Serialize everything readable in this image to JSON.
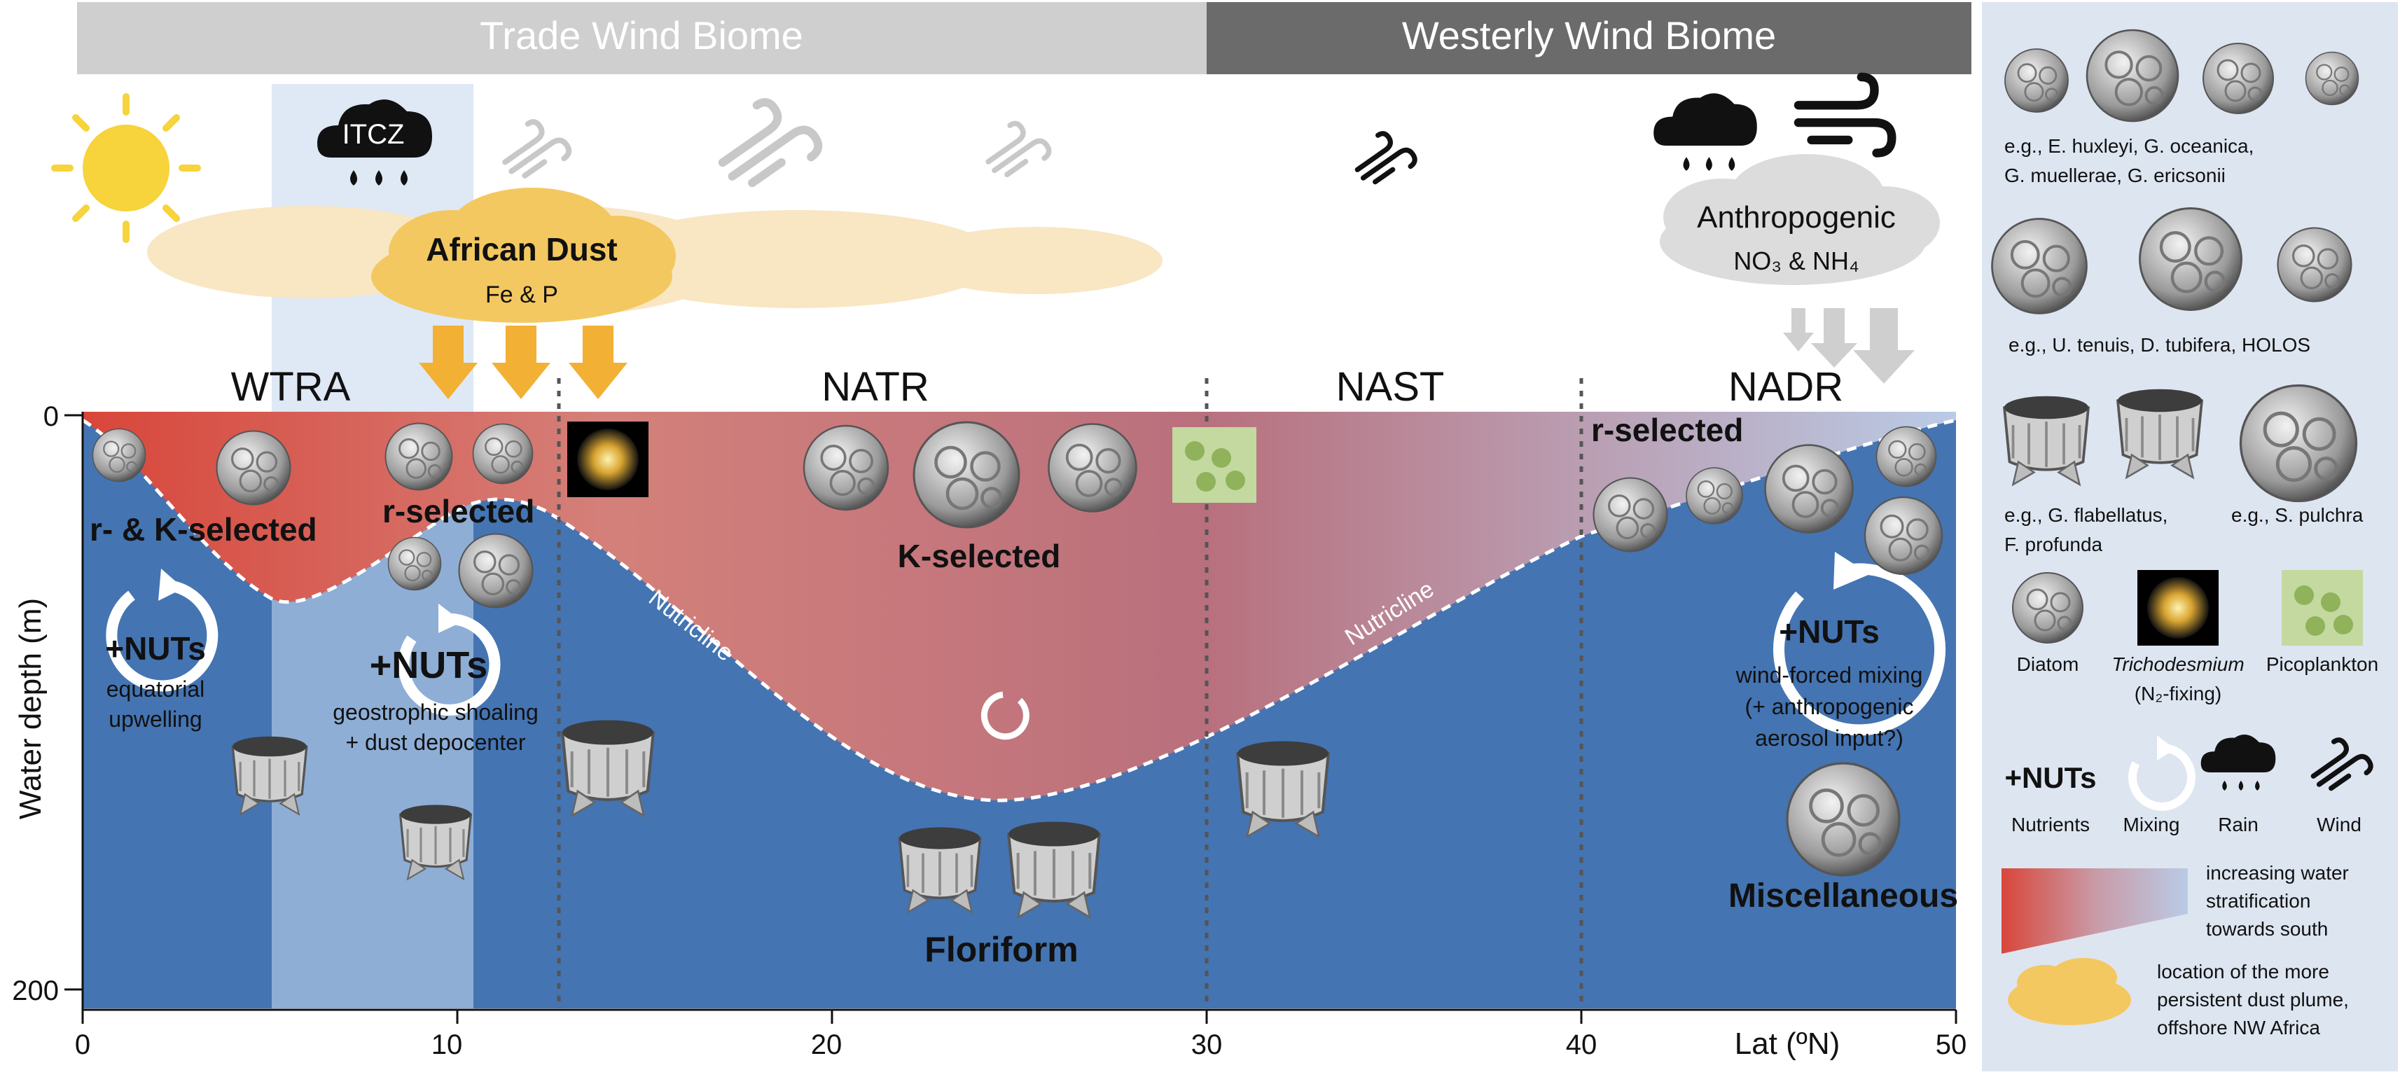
{
  "biomes": {
    "trade": "Trade Wind Biome",
    "westerly": "Westerly Wind Biome"
  },
  "provinces": {
    "wtra": "WTRA",
    "natr": "NATR",
    "nast": "NAST",
    "nadr": "NADR"
  },
  "weather": {
    "itcz": "ITCZ",
    "dust_title": "African Dust",
    "dust_sub": "Fe & P",
    "anthro_title": "Anthropogenic",
    "anthro_sub": "NO₃ & NH₄"
  },
  "axes": {
    "ylabel": "Water depth (m)",
    "xlabel": "Lat (ºN)",
    "y_ticks": [
      "0",
      "200"
    ],
    "x_ticks": [
      "0",
      "10",
      "20",
      "30",
      "40",
      "50"
    ]
  },
  "labels": {
    "rk_selected": "r- & K-selected",
    "r_selected_1": "r-selected",
    "k_selected": "K-selected",
    "r_selected_2": "r-selected",
    "nutricline_1": "Nutricline",
    "nutricline_2": "Nutricline",
    "nuts_1": "+NUTs",
    "upwelling": [
      "equatorial",
      "upwelling"
    ],
    "nuts_2": "+NUTs",
    "shoaling": [
      "geostrophic shoaling",
      "+ dust depocenter"
    ],
    "nuts_3": "+NUTs",
    "windmix": [
      "wind-forced mixing",
      "(+ anthropogenic",
      "aerosol input?)"
    ],
    "floriform": "Floriform",
    "misc": "Miscellaneous"
  },
  "legend": {
    "g1": [
      "e.g., E. huxleyi, G. oceanica,",
      "G. muellerae, G. ericsonii"
    ],
    "g2": "e.g., U. tenuis, D. tubifera, HOLOS",
    "g3a": [
      "e.g., G. flabellatus,",
      "F. profunda"
    ],
    "g3b": "e.g., S. pulchra",
    "diatom": "Diatom",
    "tricho": "Trichodesmium",
    "tricho_sub": "(N₂-fixing)",
    "pico": "Picoplankton",
    "nuts": "+NUTs",
    "nutrients": "Nutrients",
    "mixing": "Mixing",
    "rain": "Rain",
    "wind": "Wind",
    "strat": [
      "increasing water",
      "stratification",
      "towards south"
    ],
    "plume": [
      "location of the more",
      "persistent dust plume,",
      "offshore NW Africa"
    ]
  },
  "colors": {
    "ocean": "#4474b2",
    "surface_red": "#d9463a",
    "surface_blue": "#b8c9e6",
    "itcz_band": "#dfe8f5",
    "dust": "#f4c860",
    "dust_arrow": "#f2b035",
    "trade_bar": "#cfcfcf",
    "westerly_bar": "#6b6b6b",
    "legend_bg": "#dde5f1",
    "sun": "#f7d33c"
  }
}
